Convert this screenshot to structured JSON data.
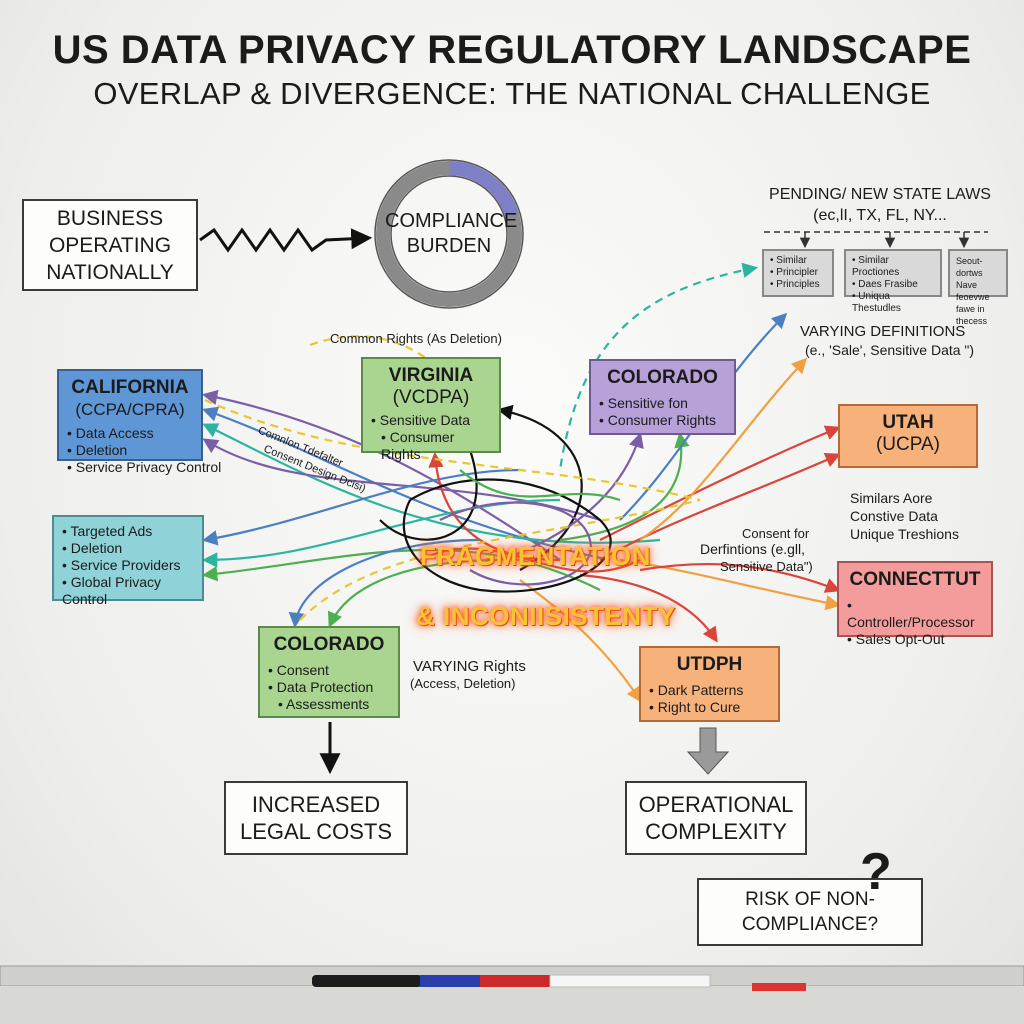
{
  "header": {
    "title": "US DATA PRIVACY REGULATORY LANDSCAPE",
    "subtitle": "OVERLAP & DIVERGENCE: THE NATIONAL CHALLENGE"
  },
  "business": {
    "text": "BUSINESS OPERATING NATIONALLY"
  },
  "burden": {
    "text": "COMPLIANCE BURDEN"
  },
  "pending": {
    "title": "PENDING/ NEW STATE LAWS",
    "examples": "(ec,lI, TX, FL, NY...",
    "box1": [
      "Similar",
      "Principler",
      "Principles"
    ],
    "box2": [
      "Similar Proctiones",
      "Daes Frasibe",
      "Uniqua Thestudles"
    ],
    "box3": [
      "Seout-dortws",
      "Nave feoevwe",
      "fawe in thecess"
    ]
  },
  "california": {
    "name": "CALIFORNIA",
    "law": "(CCPA/CPRA)",
    "items": [
      "Data Access",
      "Deletion",
      "Service Privacy Control"
    ]
  },
  "teal_box": {
    "items": [
      "Targeted Ads",
      "Deletion",
      "Service Providers",
      "Global Privacy Control"
    ]
  },
  "virginia": {
    "name": "VIRGINIA",
    "law": "(VCDPA)",
    "items": [
      "Sensitive Data",
      "Consumer Rights"
    ]
  },
  "colorado_top": {
    "name": "COLORADO",
    "items": [
      "Sensitive fon",
      "Consumer Rights"
    ]
  },
  "utah": {
    "name": "UTAH",
    "law": "(UCPA)",
    "items": [
      "Similars Aore",
      "Constive Data",
      "Unique Treshions"
    ]
  },
  "connecticut": {
    "name": "CONNECTTUT",
    "items": [
      "Controller/Processor",
      "Sales Opt-Out"
    ]
  },
  "colorado_bottom": {
    "name": "COLORADO",
    "items": [
      "Consent",
      "Data Protection",
      "Assessments"
    ]
  },
  "utdph": {
    "name": "UTDPH",
    "items": [
      "Dark Patterns",
      "Right to Cure"
    ]
  },
  "labels": {
    "common_rights": "Common Rights (As Deletion)",
    "varying_definitions": "VARYING DEFINITIONS",
    "varying_definitions_eg": "(e., 'Sale', Sensitive Data \")",
    "common_tdefalter": "Comnlon Tdefalter",
    "consent_design": "Consent Design Dcisi)",
    "consent_for": "Consent for",
    "definitions_eg": "Derfintions (e.gll,",
    "sensitive_data": "Sensitive Data\")",
    "varying_rights": "VARYING Rights",
    "varying_rights_eg": "(Access, Deletion)",
    "center_line1": "FRAGMENTATION",
    "center_line2": "& INCONIISISTENTY"
  },
  "outcomes": {
    "legal": "INCREASED LEGAL COSTS",
    "operational": "OPERATIONAL COMPLEXITY",
    "risk": "RISK OF NON-COMPLIANCE?",
    "qmark": "?"
  },
  "colors": {
    "blue": "#4a7fc1",
    "green": "#4caf50",
    "purple": "#7b5ea7",
    "orange": "#f0a040",
    "red": "#d9453a",
    "yellow": "#e6c830",
    "teal": "#2bb5a0",
    "black": "#111111"
  }
}
